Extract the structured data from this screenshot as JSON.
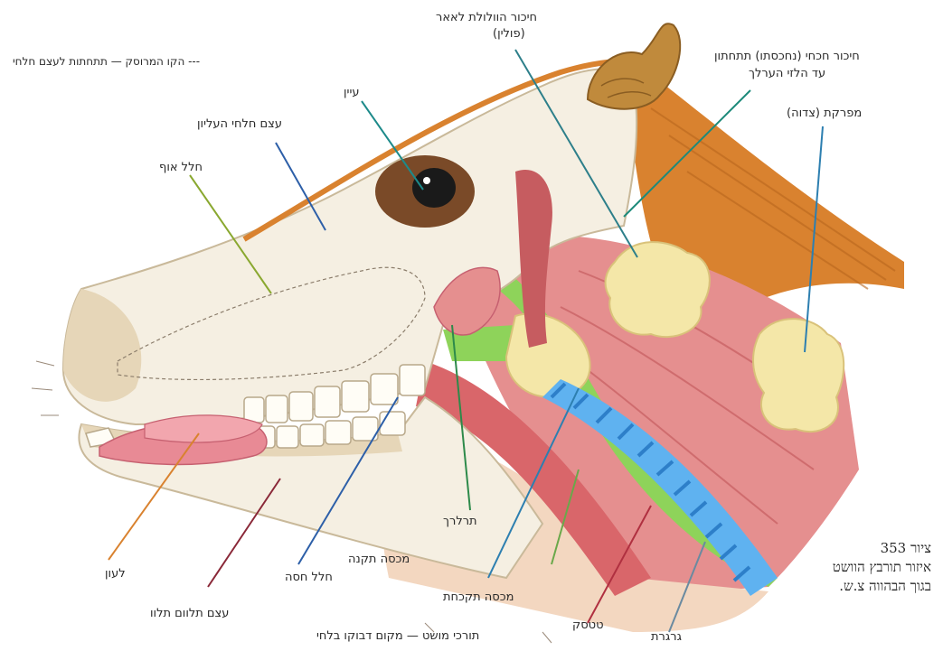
{
  "labels": {
    "legend_dashed": "--- הקו המרוסק — תתחתות לעצם חלחי",
    "pharynx_tonsil_1": "חיכור הוולולת לאאר",
    "pharynx_tonsil_2": "(פולין)",
    "soft_palate_1": "חיכור חכחי (נחכסתו) תתחתון",
    "soft_palate_2": "עד הלזי הערלך",
    "joint": "מפרקת (צדוה)",
    "eye": "עיין",
    "upper_jaw": "עצם חלחי העליון",
    "nasal": "חלל אוף",
    "tongue": "לעון",
    "lower_jaw": "עצם תלוום תלוו",
    "mouth": "חלל חסה",
    "chin": "מכסה תקנה",
    "esoph": "תרלרך",
    "hyoid": "מכסה תקכחת",
    "trachea_label": "טטסק",
    "larynx": "גרגרת",
    "bottom": "תורכי מושט — מקום דבוקו בלחי",
    "fig_num": "ציור 353",
    "fig_line1": "איזור תורבץ הוושט",
    "fig_line2": "בגוך הבהווה צ.ש."
  },
  "colors": {
    "bone": "#f5efe2",
    "bone_shade": "#e6d6b8",
    "fur": "#d9822f",
    "flesh": "#e58f8f",
    "muscle": "#d9666a",
    "tongue": "#e88a95",
    "green": "#8ed35a",
    "fat": "#f4e7a8",
    "trachea": "#5fb2f0",
    "horn": "#c08a3c"
  }
}
